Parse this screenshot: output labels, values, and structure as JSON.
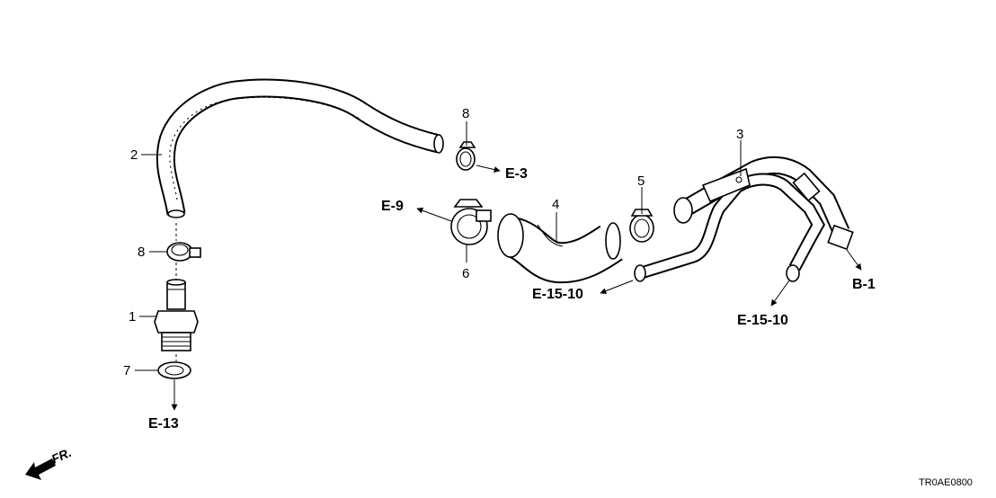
{
  "diagram": {
    "callouts": {
      "p1": "1",
      "p2": "2",
      "p3": "3",
      "p4": "4",
      "p5": "5",
      "p6": "6",
      "p7": "7",
      "p8_top": "8",
      "p8_left": "8"
    },
    "refs": {
      "e3": "E-3",
      "e9": "E-9",
      "e13": "E-13",
      "e15_10_mid": "E-15-10",
      "e15_10_right": "E-15-10",
      "b1": "B-1"
    },
    "front_indicator": "FR.",
    "diagram_code": "TR0AE0800"
  }
}
